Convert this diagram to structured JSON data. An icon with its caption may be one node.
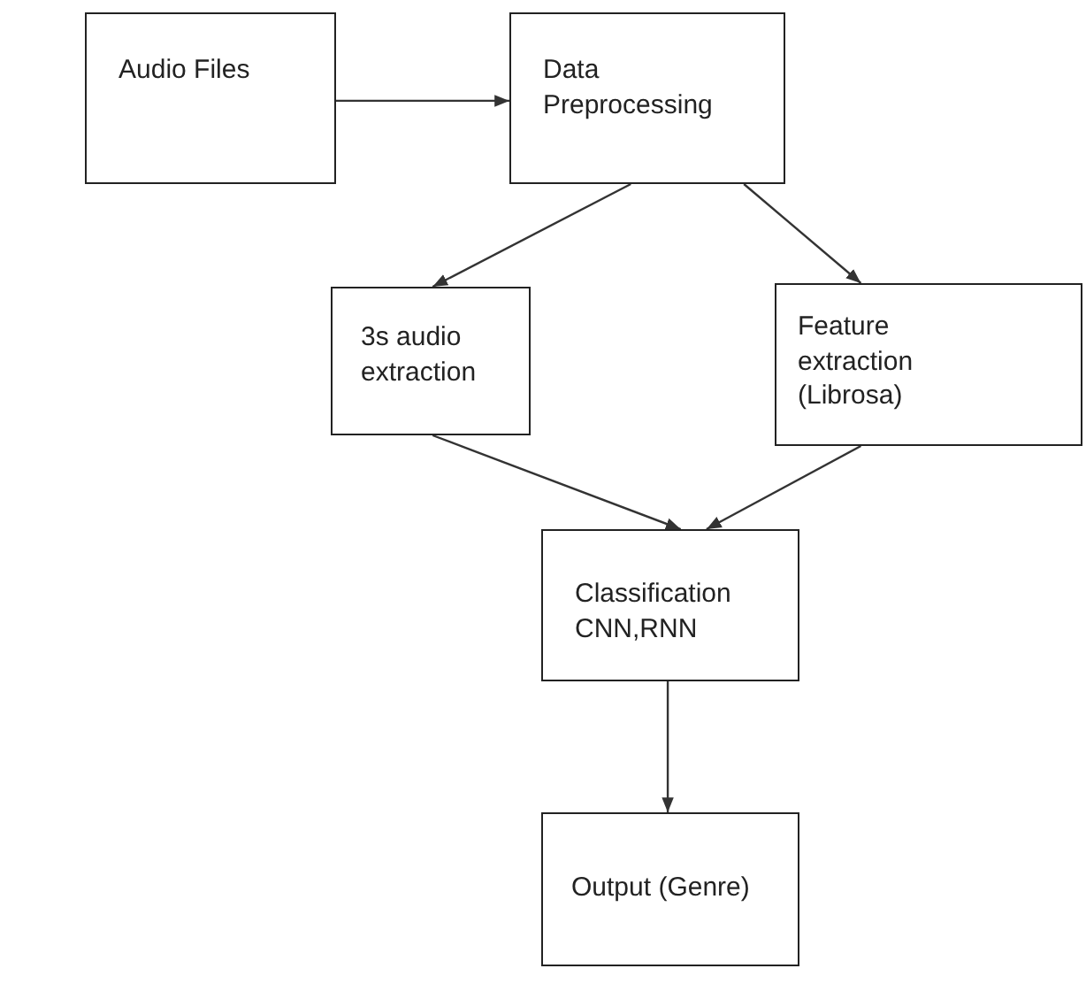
{
  "diagram": {
    "nodes": [
      {
        "text": [
          "Audio Files"
        ]
      },
      {
        "text": [
          "Data Preprocessing"
        ]
      },
      {
        "text": [
          "3s audio extraction"
        ]
      },
      {
        "text": [
          "Feature extraction (Librosa)"
        ]
      },
      {
        "text": [
          "Classification CNN,RNN"
        ]
      },
      {
        "text": [
          "Output (Genre)"
        ]
      }
    ],
    "edges": [
      {
        "from": 0,
        "to": 1,
        "arrow": "to"
      },
      {
        "from": 1,
        "to": 2,
        "arrow": "to"
      },
      {
        "from": 1,
        "to": 3,
        "arrow": "to"
      },
      {
        "from": 2,
        "to": 4,
        "arrow": "to"
      },
      {
        "from": 3,
        "to": 4,
        "arrow": "to"
      },
      {
        "from": 4,
        "to": 5,
        "arrow": "to"
      }
    ]
  }
}
